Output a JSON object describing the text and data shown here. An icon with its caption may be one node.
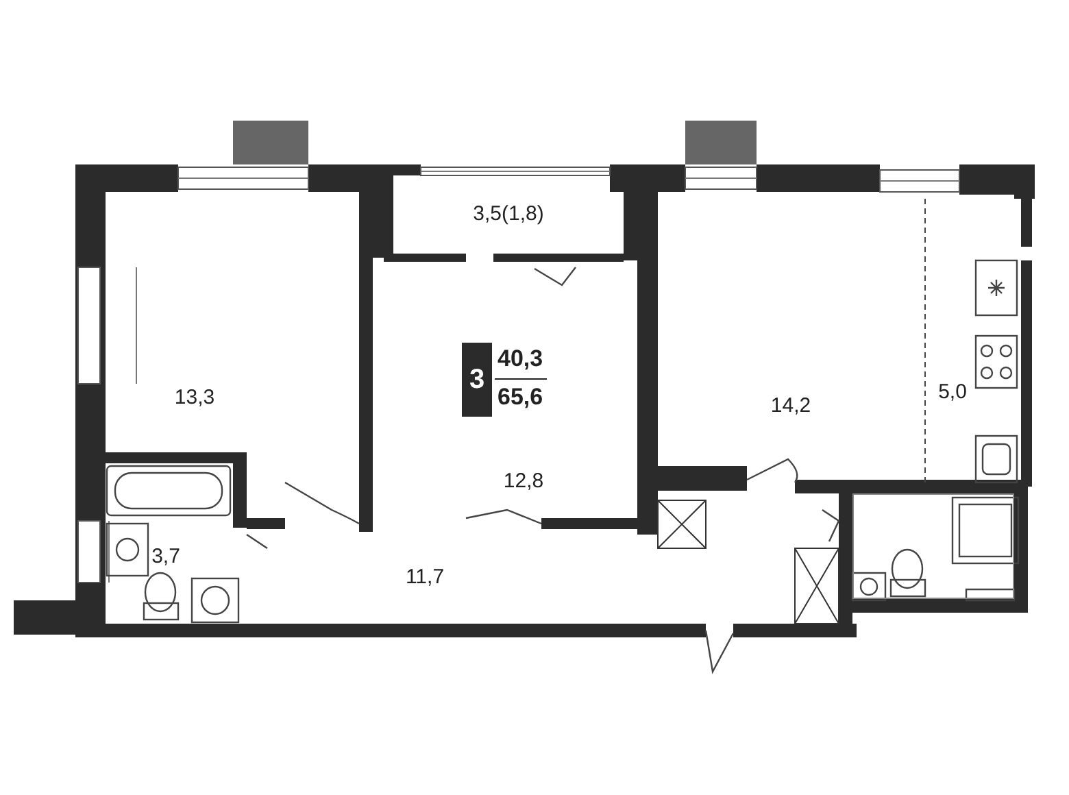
{
  "diagram": {
    "nodes": [
      {
        "text": [
          "3,5(1,8)"
        ]
      },
      {
        "text": [
          "13,3"
        ]
      },
      {
        "text": [
          "12,8"
        ]
      },
      {
        "text": [
          "3",
          "40,3",
          "65,6"
        ],
        "in": 2
      },
      {
        "text": [
          "14,2"
        ]
      },
      {
        "text": [
          "5,0"
        ],
        "in": 4
      },
      {
        "text": [
          "3,7"
        ]
      },
      {
        "text": [
          "11,7"
        ]
      },
      {
        "text": [],
        "shape": "box"
      }
    ]
  }
}
